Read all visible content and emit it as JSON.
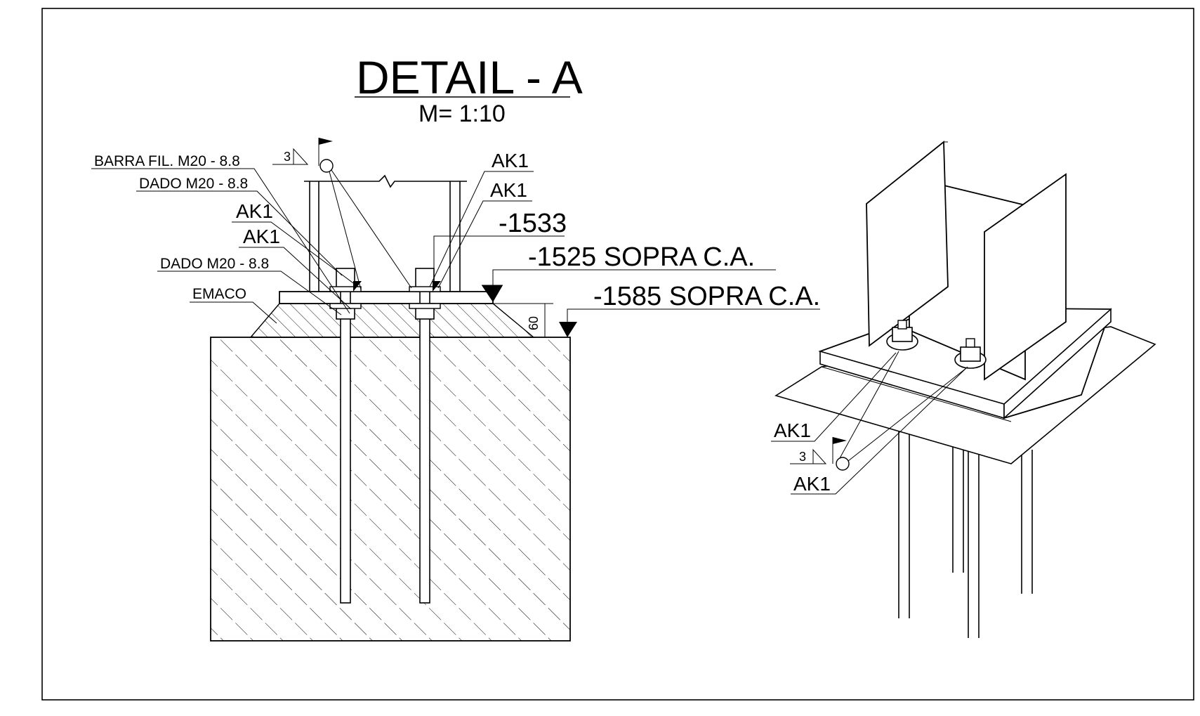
{
  "title": "DETAIL - A",
  "scale": "M=  1:10",
  "section_labels": {
    "barra": "BARRA FIL. M20 - 8.8",
    "dado_top": "DADO M20 - 8.8",
    "ak1_a": "AK1",
    "ak1_b": "AK1",
    "dado_bottom": "DADO M20 - 8.8",
    "emaco": "EMACO",
    "weld_size": "3"
  },
  "right_labels": {
    "ak1_top": "AK1",
    "ak1_second": "AK1"
  },
  "levels": {
    "lvl_1533": "-1533",
    "lvl_1525": "-1525 SOPRA C.A.",
    "lvl_1585": "-1585 SOPRA C.A."
  },
  "dimension": "60",
  "iso_labels": {
    "ak1_upper": "AK1",
    "weld_size": "3",
    "ak1_lower": "AK1"
  }
}
